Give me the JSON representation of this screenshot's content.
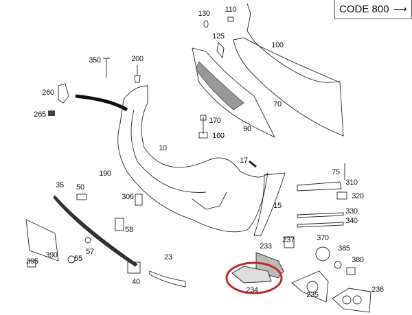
{
  "header": {
    "code_label": "CODE 800",
    "arrow_icon": "right-arrow"
  },
  "callouts": {
    "p130": "130",
    "p110": "110",
    "p125": "125",
    "p100": "100",
    "p350": "350",
    "p200": "200",
    "p260": "260",
    "p265": "265",
    "p70": "70",
    "p170": "170",
    "p160": "160",
    "p90": "90",
    "p10": "10",
    "p17": "17",
    "p190": "190",
    "p75": "75",
    "p310": "310",
    "p35": "35",
    "p50": "50",
    "p306": "306",
    "p320": "320",
    "p15": "15",
    "p330": "330",
    "p340": "340",
    "p58": "58",
    "p233": "233",
    "p237": "237",
    "p370": "370",
    "p385": "385",
    "p57": "57",
    "p390": "390",
    "p395": "395",
    "p55": "55",
    "p23": "23",
    "p380": "380",
    "p40": "40",
    "p234": "234",
    "p235": "235",
    "p236": "236"
  },
  "highlight": {
    "part": "234",
    "color": "#c0282d"
  }
}
